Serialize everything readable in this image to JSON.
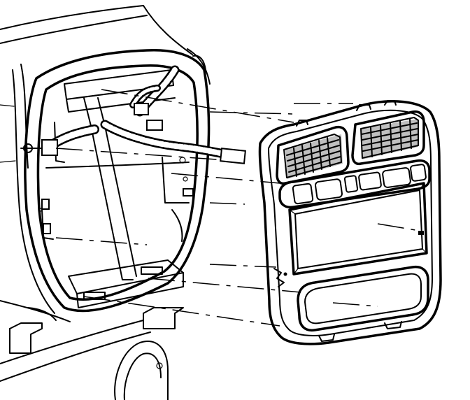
{
  "figure": {
    "description_visible_text": "",
    "parts": {
      "dash_opening": "dash-opening",
      "bezel": "radio-bezel",
      "wiring": "wiring-harness"
    }
  }
}
